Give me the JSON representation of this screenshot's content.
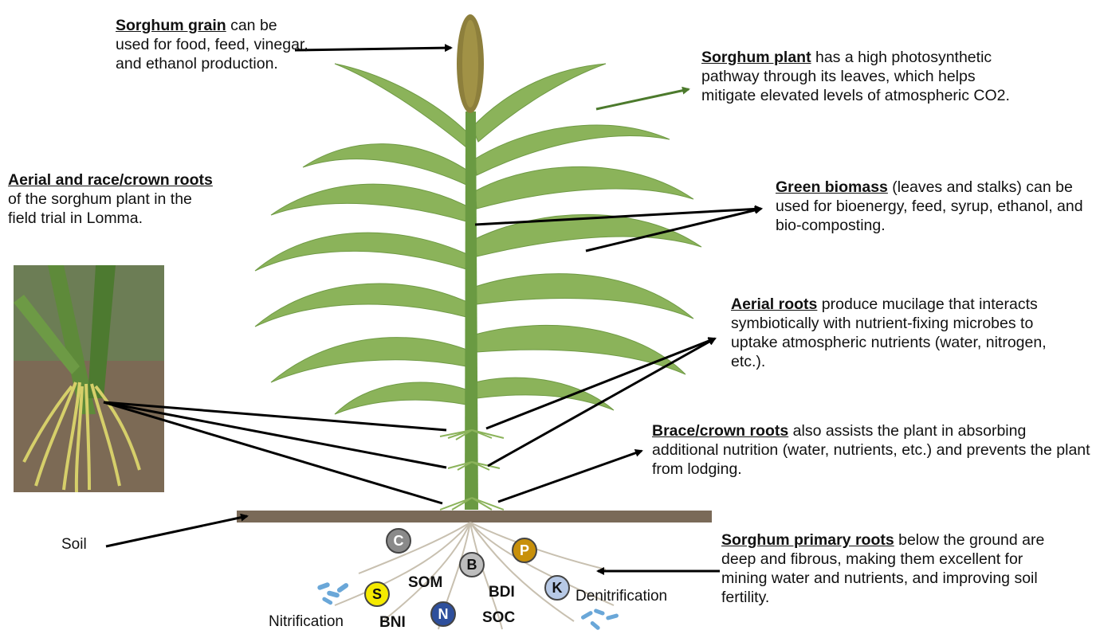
{
  "annotations": {
    "grain": {
      "title": "Sorghum grain",
      "text": " can be used for food, feed, vinegar, and ethanol production."
    },
    "plant": {
      "title": "Sorghum plant",
      "text": " has a high photosynthetic pathway through its leaves, which helps mitigate elevated levels of atmospheric CO2."
    },
    "aerial_crown": {
      "title": "Aerial and race/crown roots",
      "text": " of the sorghum plant in the field trial in Lomma."
    },
    "biomass": {
      "title": "Green biomass",
      "text": " (leaves and stalks) can be used for bioenergy, feed, syrup, ethanol, and bio-composting."
    },
    "aerial_roots": {
      "title": "Aerial roots",
      "text": " produce mucilage that interacts symbiotically with nutrient-fixing microbes to uptake atmospheric nutrients (water, nitrogen, etc.)."
    },
    "brace": {
      "title": "Brace/crown roots",
      "text": " also assists the plant in absorbing additional nutrition (water, nutrients, etc.) and prevents the plant from lodging."
    },
    "primary": {
      "title": "Sorghum primary roots",
      "text": " below the ground are deep and fibrous, making them excellent for mining water and nutrients, and improving soil fertility."
    }
  },
  "soil_label": "Soil",
  "soil_terms": {
    "som": "SOM",
    "bdi": "BDI",
    "soc": "SOC",
    "bni": "BNI",
    "nitrification": "Nitrification",
    "denitrification": "Denitrification"
  },
  "nutrients": [
    {
      "symbol": "C",
      "color": "#8a8a8a",
      "text_color": "#ffffff"
    },
    {
      "symbol": "P",
      "color": "#c8900a",
      "text_color": "#ffffff"
    },
    {
      "symbol": "B",
      "color": "#bdbdbd",
      "text_color": "#111111"
    },
    {
      "symbol": "K",
      "color": "#b7c9e6",
      "text_color": "#111111"
    },
    {
      "symbol": "S",
      "color": "#f5ea00",
      "text_color": "#111111"
    },
    {
      "symbol": "N",
      "color": "#2e4f9c",
      "text_color": "#ffffff"
    }
  ],
  "colors": {
    "leaf": "#8bb35a",
    "leaf_dark": "#6f9a44",
    "stem": "#6a9a42",
    "grain": "#8d7f3c",
    "soil": "#7a6a58",
    "root": "#c8c0b0",
    "arrow": "#000000",
    "arrow_green": "#4c7a2c"
  }
}
